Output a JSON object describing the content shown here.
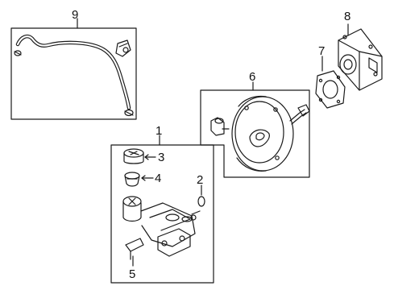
{
  "callouts": {
    "p1": "1",
    "p2": "2",
    "p3": "3",
    "p4": "4",
    "p5": "5",
    "p6": "6",
    "p7": "7",
    "p8": "8",
    "p9": "9"
  },
  "colors": {
    "line": "#1a1a1a",
    "background": "#ffffff"
  }
}
